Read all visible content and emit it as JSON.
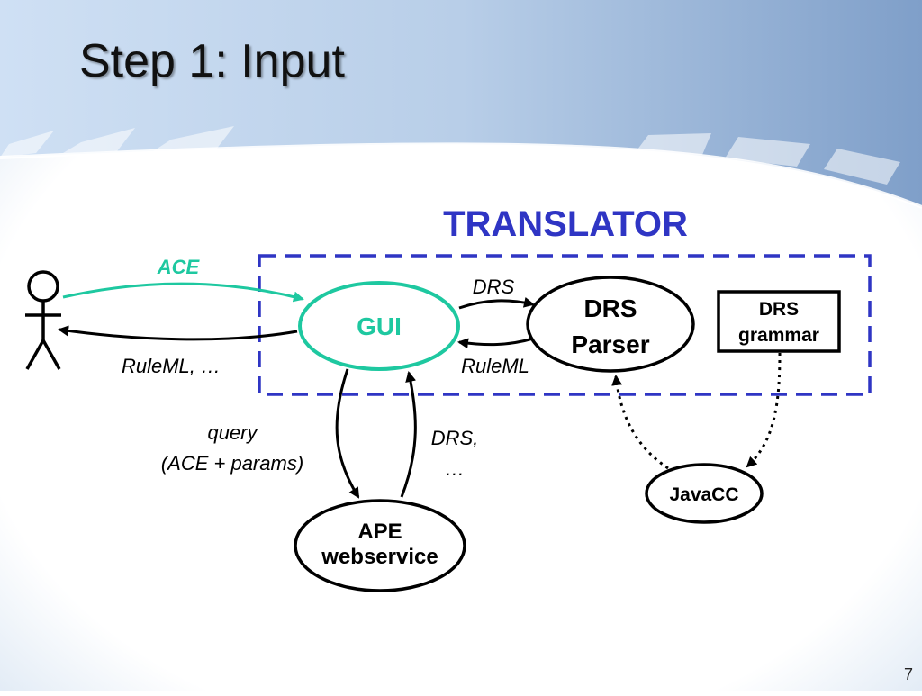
{
  "slide": {
    "title": "Step 1: Input",
    "page_number": "7"
  },
  "diagram": {
    "group_label": "TRANSLATOR",
    "nodes": {
      "gui": "GUI",
      "drs_parser_line1": "DRS",
      "drs_parser_line2": "Parser",
      "drs_grammar_line1": "DRS",
      "drs_grammar_line2": "grammar",
      "ape_line1": "APE",
      "ape_line2": "webservice",
      "javacc": "JavaCC"
    },
    "edges": {
      "ace": "ACE",
      "ruleml_out": "RuleML, …",
      "drs_to_parser": "DRS",
      "ruleml_from_parser": "RuleML",
      "query_line1": "query",
      "query_line2": "(ACE + params)",
      "drs_from_ape_line1": "DRS,",
      "drs_from_ape_line2": "…"
    },
    "colors": {
      "accent_teal": "#1ec8a0",
      "translator_blue": "#2f35c4",
      "stroke": "#000000"
    }
  }
}
